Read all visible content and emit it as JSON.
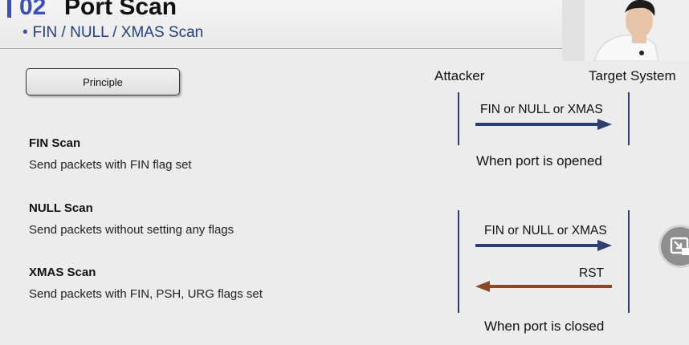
{
  "header": {
    "section_number": "02",
    "title": "Port Scan",
    "subtitle_bullet": "•",
    "subtitle": "FIN / NULL / XMAS Scan"
  },
  "principle_button": "Principle",
  "scans": [
    {
      "title": "FIN Scan",
      "description": "Send packets with FIN flag set"
    },
    {
      "title": "NULL Scan",
      "description": "Send packets without setting any flags"
    },
    {
      "title": "XMAS Scan",
      "description": "Send packets with FIN, PSH, URG flags set"
    }
  ],
  "diagram": {
    "attacker_label": "Attacker",
    "target_label": "Target System",
    "open_case": {
      "arrow_label": "FIN or NULL or XMAS",
      "caption": "When port is opened"
    },
    "closed_case": {
      "arrow_label": "FIN or NULL or XMAS",
      "response_label": "RST",
      "caption": "When port is closed"
    }
  },
  "colors": {
    "accent": "#3a4fc4",
    "subtitle": "#26417a",
    "request_arrow": "#2d3f6e",
    "response_arrow": "#8a4a26"
  },
  "icons": {
    "webcam": "presenter-webcam",
    "pip": "picture-in-picture-icon"
  }
}
